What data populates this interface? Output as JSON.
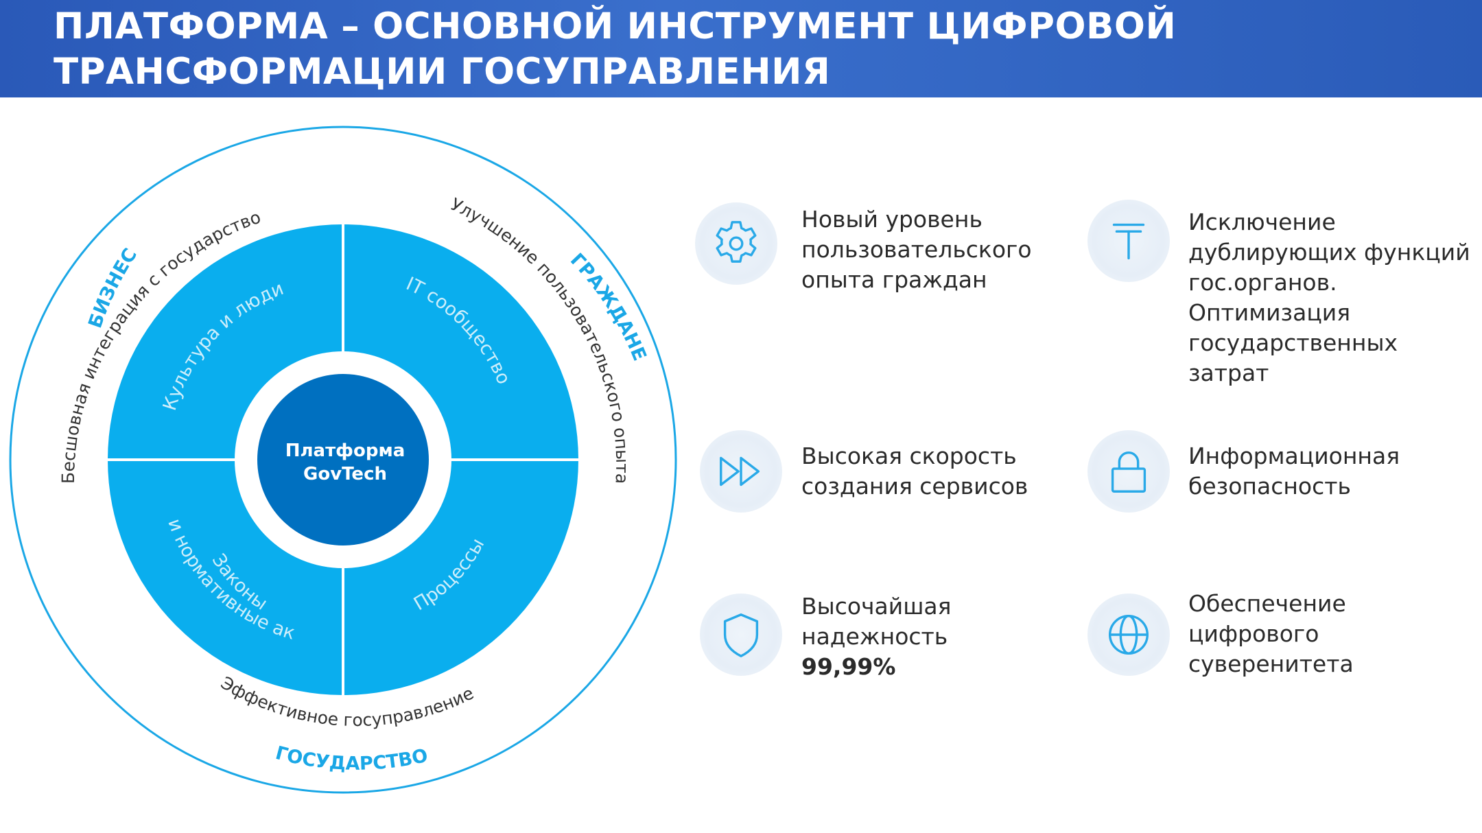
{
  "header": {
    "title_line1": "ПЛАТФОРМА – ОСНОВНОЙ ИНСТРУМЕНТ ЦИФРОВОЙ",
    "title_line2": "ТРАНСФОРМАЦИИ ГОСУПРАВЛЕНИЯ"
  },
  "colors": {
    "header_blue": "#2d5fbd",
    "segment_cyan": "#0aaeee",
    "core_blue": "#0070c0",
    "label_cyan": "#1aa7e6",
    "icon_blue": "#29a9e8"
  },
  "diagram": {
    "core_line1": "Платформа",
    "core_line2": "GovTech",
    "segments": {
      "top_left": "Культура и люди",
      "top_right": "IT сообщество",
      "bottom_left_line1": "Законы",
      "bottom_left_line2": "и нормативные акты",
      "bottom_right": "Процессы"
    },
    "outer": {
      "business_label": "БИЗНЕС",
      "business_text": "Бесшовная интеграция с государством",
      "citizens_label": "ГРАЖДАНЕ",
      "citizens_text": "Улучшение пользовательского опыта",
      "state_label": "ГОСУДАРСТВО",
      "state_text": "Эффективное госуправление"
    }
  },
  "features": [
    {
      "icon": "gear-icon",
      "lines": [
        "Новый уровень",
        "пользовательского",
        "опыта граждан"
      ]
    },
    {
      "icon": "t-letter-icon",
      "lines": [
        "Исключение",
        "дублирующих  функций",
        "гос.органов.",
        "Оптимизация",
        "государственных затрат"
      ]
    },
    {
      "icon": "fast-forward-icon",
      "lines": [
        "Высокая скорость",
        "создания сервисов"
      ]
    },
    {
      "icon": "lock-icon",
      "lines": [
        "Информационная",
        "безопасность"
      ]
    },
    {
      "icon": "shield-icon",
      "lines": [
        "Высочайшая",
        "надежность"
      ],
      "strong": "99,99%"
    },
    {
      "icon": "globe-icon",
      "lines": [
        "Обеспечение",
        "цифрового",
        "суверенитета"
      ]
    }
  ]
}
